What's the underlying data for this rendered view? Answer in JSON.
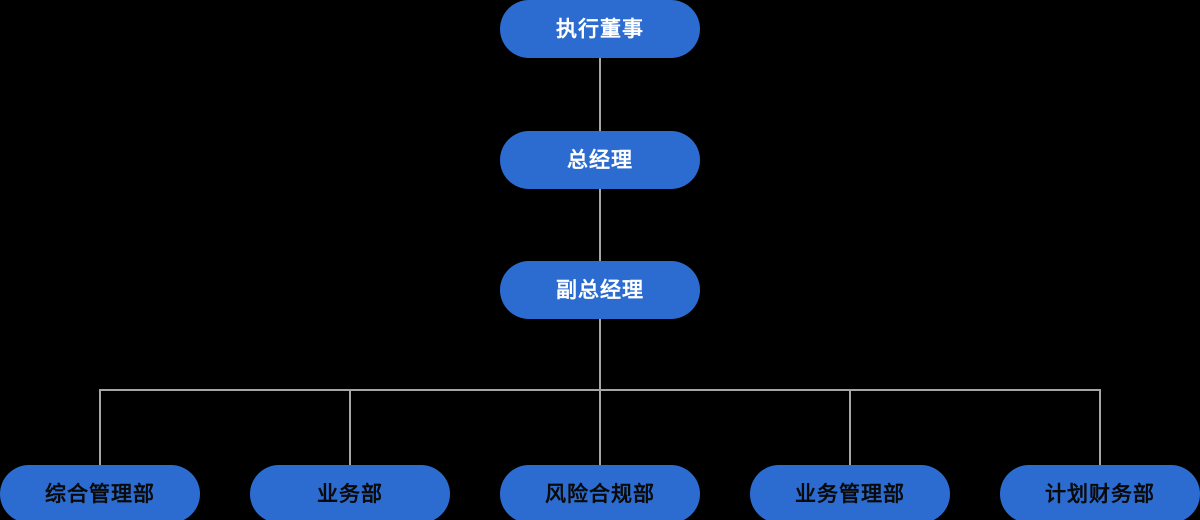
{
  "diagram": {
    "type": "organization-chart",
    "title": "",
    "background_color": "#000000",
    "node_color": "#2c6cd0",
    "connector_color": "#a6a6a6",
    "top_text_color": "#ffffff",
    "leaf_text_color": "#0a0a0a",
    "levels": [
      {
        "level": 1,
        "nodes": [
          {
            "label": "执行董事"
          }
        ]
      },
      {
        "level": 2,
        "nodes": [
          {
            "label": "总经理"
          }
        ]
      },
      {
        "level": 3,
        "nodes": [
          {
            "label": "副总经理"
          }
        ]
      },
      {
        "level": 4,
        "nodes": [
          {
            "label": "综合管理部"
          },
          {
            "label": "业务部"
          },
          {
            "label": "风险合规部"
          },
          {
            "label": "业务管理部"
          },
          {
            "label": "计划财务部"
          }
        ]
      }
    ]
  }
}
